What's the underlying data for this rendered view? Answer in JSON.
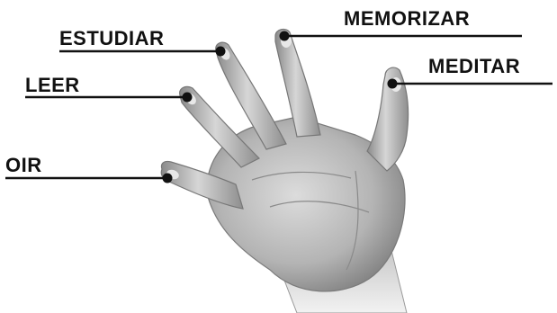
{
  "labels": {
    "memorizar": "MEMORIZAR",
    "estudiar": "ESTUDIAR",
    "meditar": "MEDITAR",
    "leer": "LEER",
    "oir": "OIR"
  },
  "colors": {
    "text": "#111111",
    "leader_line": "#111111",
    "marker_dot": "#111111",
    "hand_mid": "#b8b8b8",
    "hand_shadow": "#707070"
  }
}
